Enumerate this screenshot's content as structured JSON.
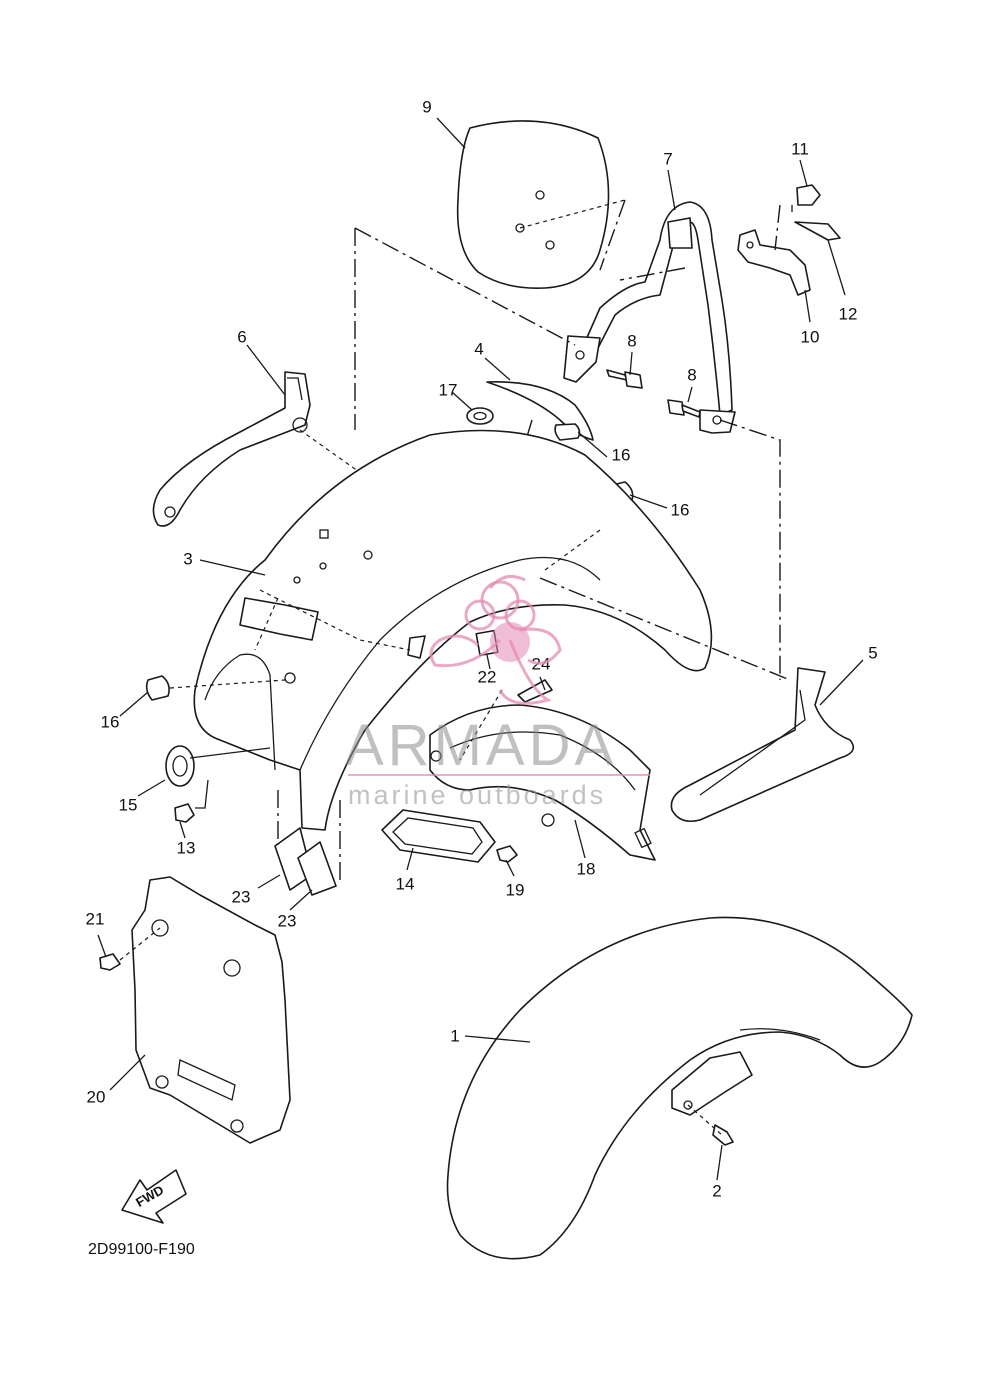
{
  "diagram": {
    "drawing_code": "2D99100-F190",
    "direction_label": "FWD",
    "watermark": {
      "brand": "ARMADA",
      "tagline": "marine outboards",
      "colors": {
        "logo_pink": "#e38bb3",
        "text_gray": "#8c8c8c"
      }
    },
    "callouts": {
      "c1": "1",
      "c2": "2",
      "c3": "3",
      "c4": "4",
      "c5": "5",
      "c6": "6",
      "c7": "7",
      "c8a": "8",
      "c8b": "8",
      "c9": "9",
      "c10": "10",
      "c11": "11",
      "c12": "12",
      "c13": "13",
      "c14": "14",
      "c15": "15",
      "c16a": "16",
      "c16b": "16",
      "c16c": "16",
      "c17": "17",
      "c18": "18",
      "c19": "19",
      "c20": "20",
      "c21": "21",
      "c22": "22",
      "c23a": "23",
      "c23b": "23",
      "c24": "24"
    }
  }
}
